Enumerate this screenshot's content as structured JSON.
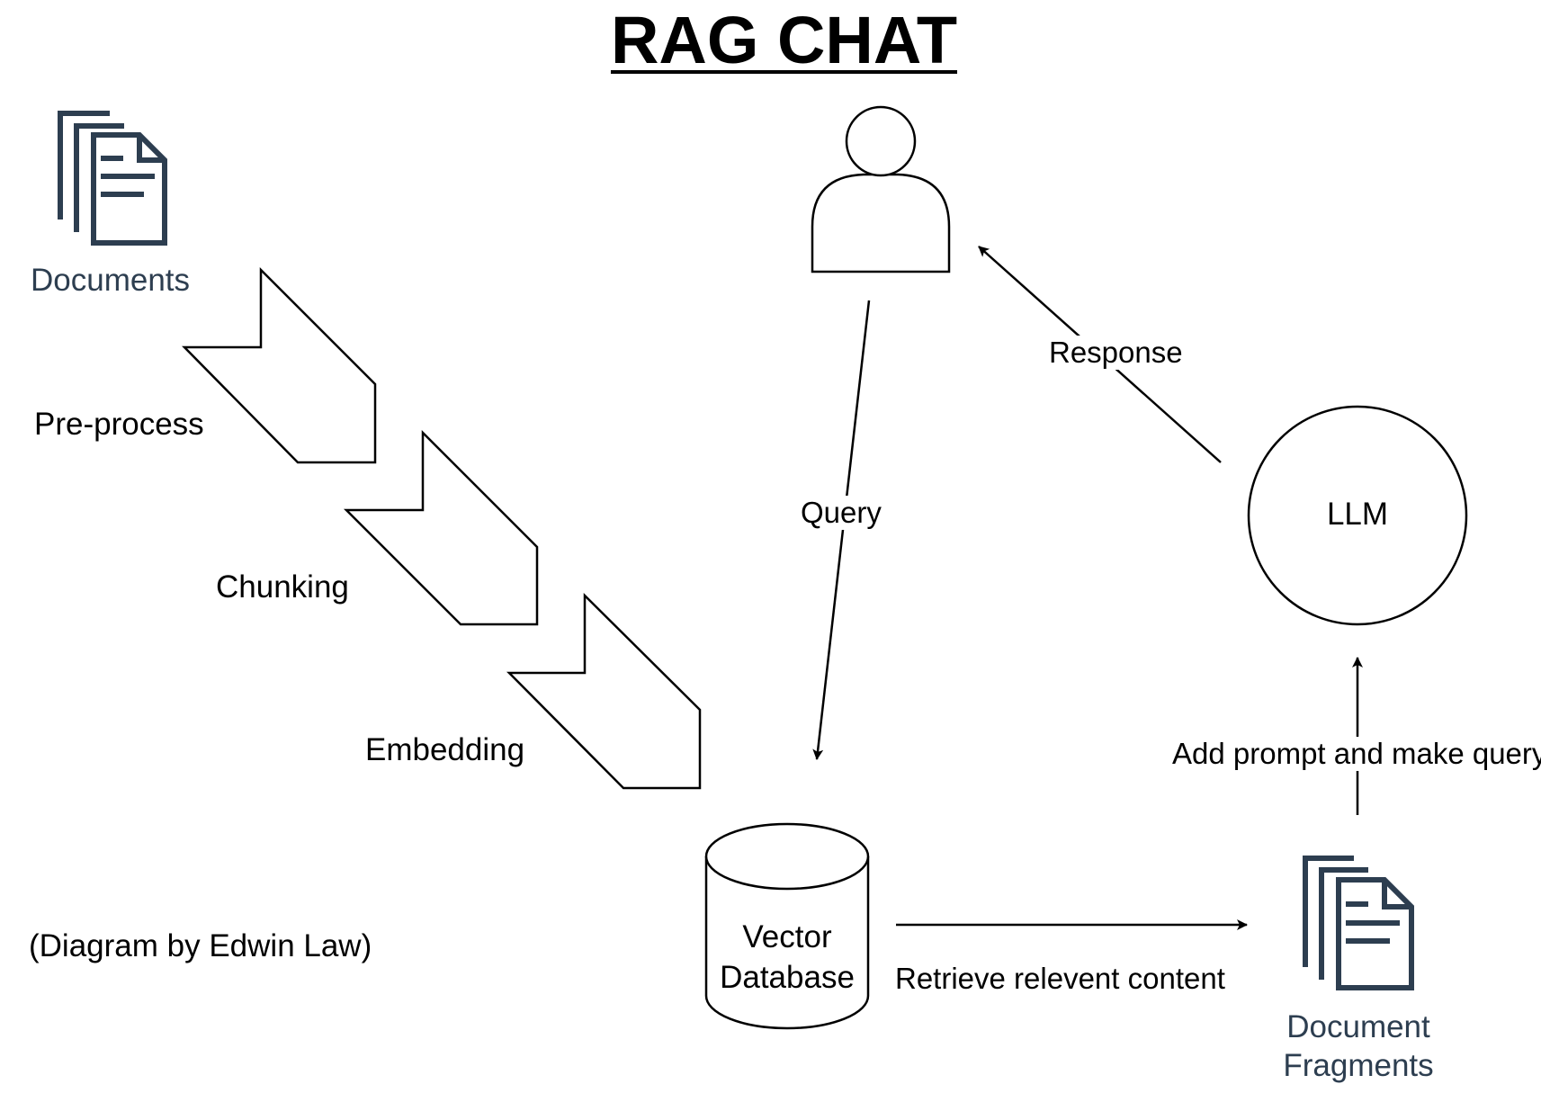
{
  "title": "RAG CHAT",
  "nodes": {
    "documents": "Documents",
    "preprocess": "Pre-process",
    "chunking": "Chunking",
    "embedding": "Embedding",
    "vector_db_line1": "Vector",
    "vector_db_line2": "Database",
    "llm": "LLM",
    "fragments_line1": "Document",
    "fragments_line2": "Fragments",
    "user_icon": "user-icon",
    "documents_icon": "documents-icon"
  },
  "edges": {
    "query": "Query",
    "response": "Response",
    "add_prompt": "Add prompt and make query",
    "retrieve": "Retrieve relevent content"
  },
  "credit": "(Diagram by Edwin Law)",
  "colors": {
    "line": "#000000",
    "icon": "#2d3e50",
    "background": "#ffffff"
  }
}
